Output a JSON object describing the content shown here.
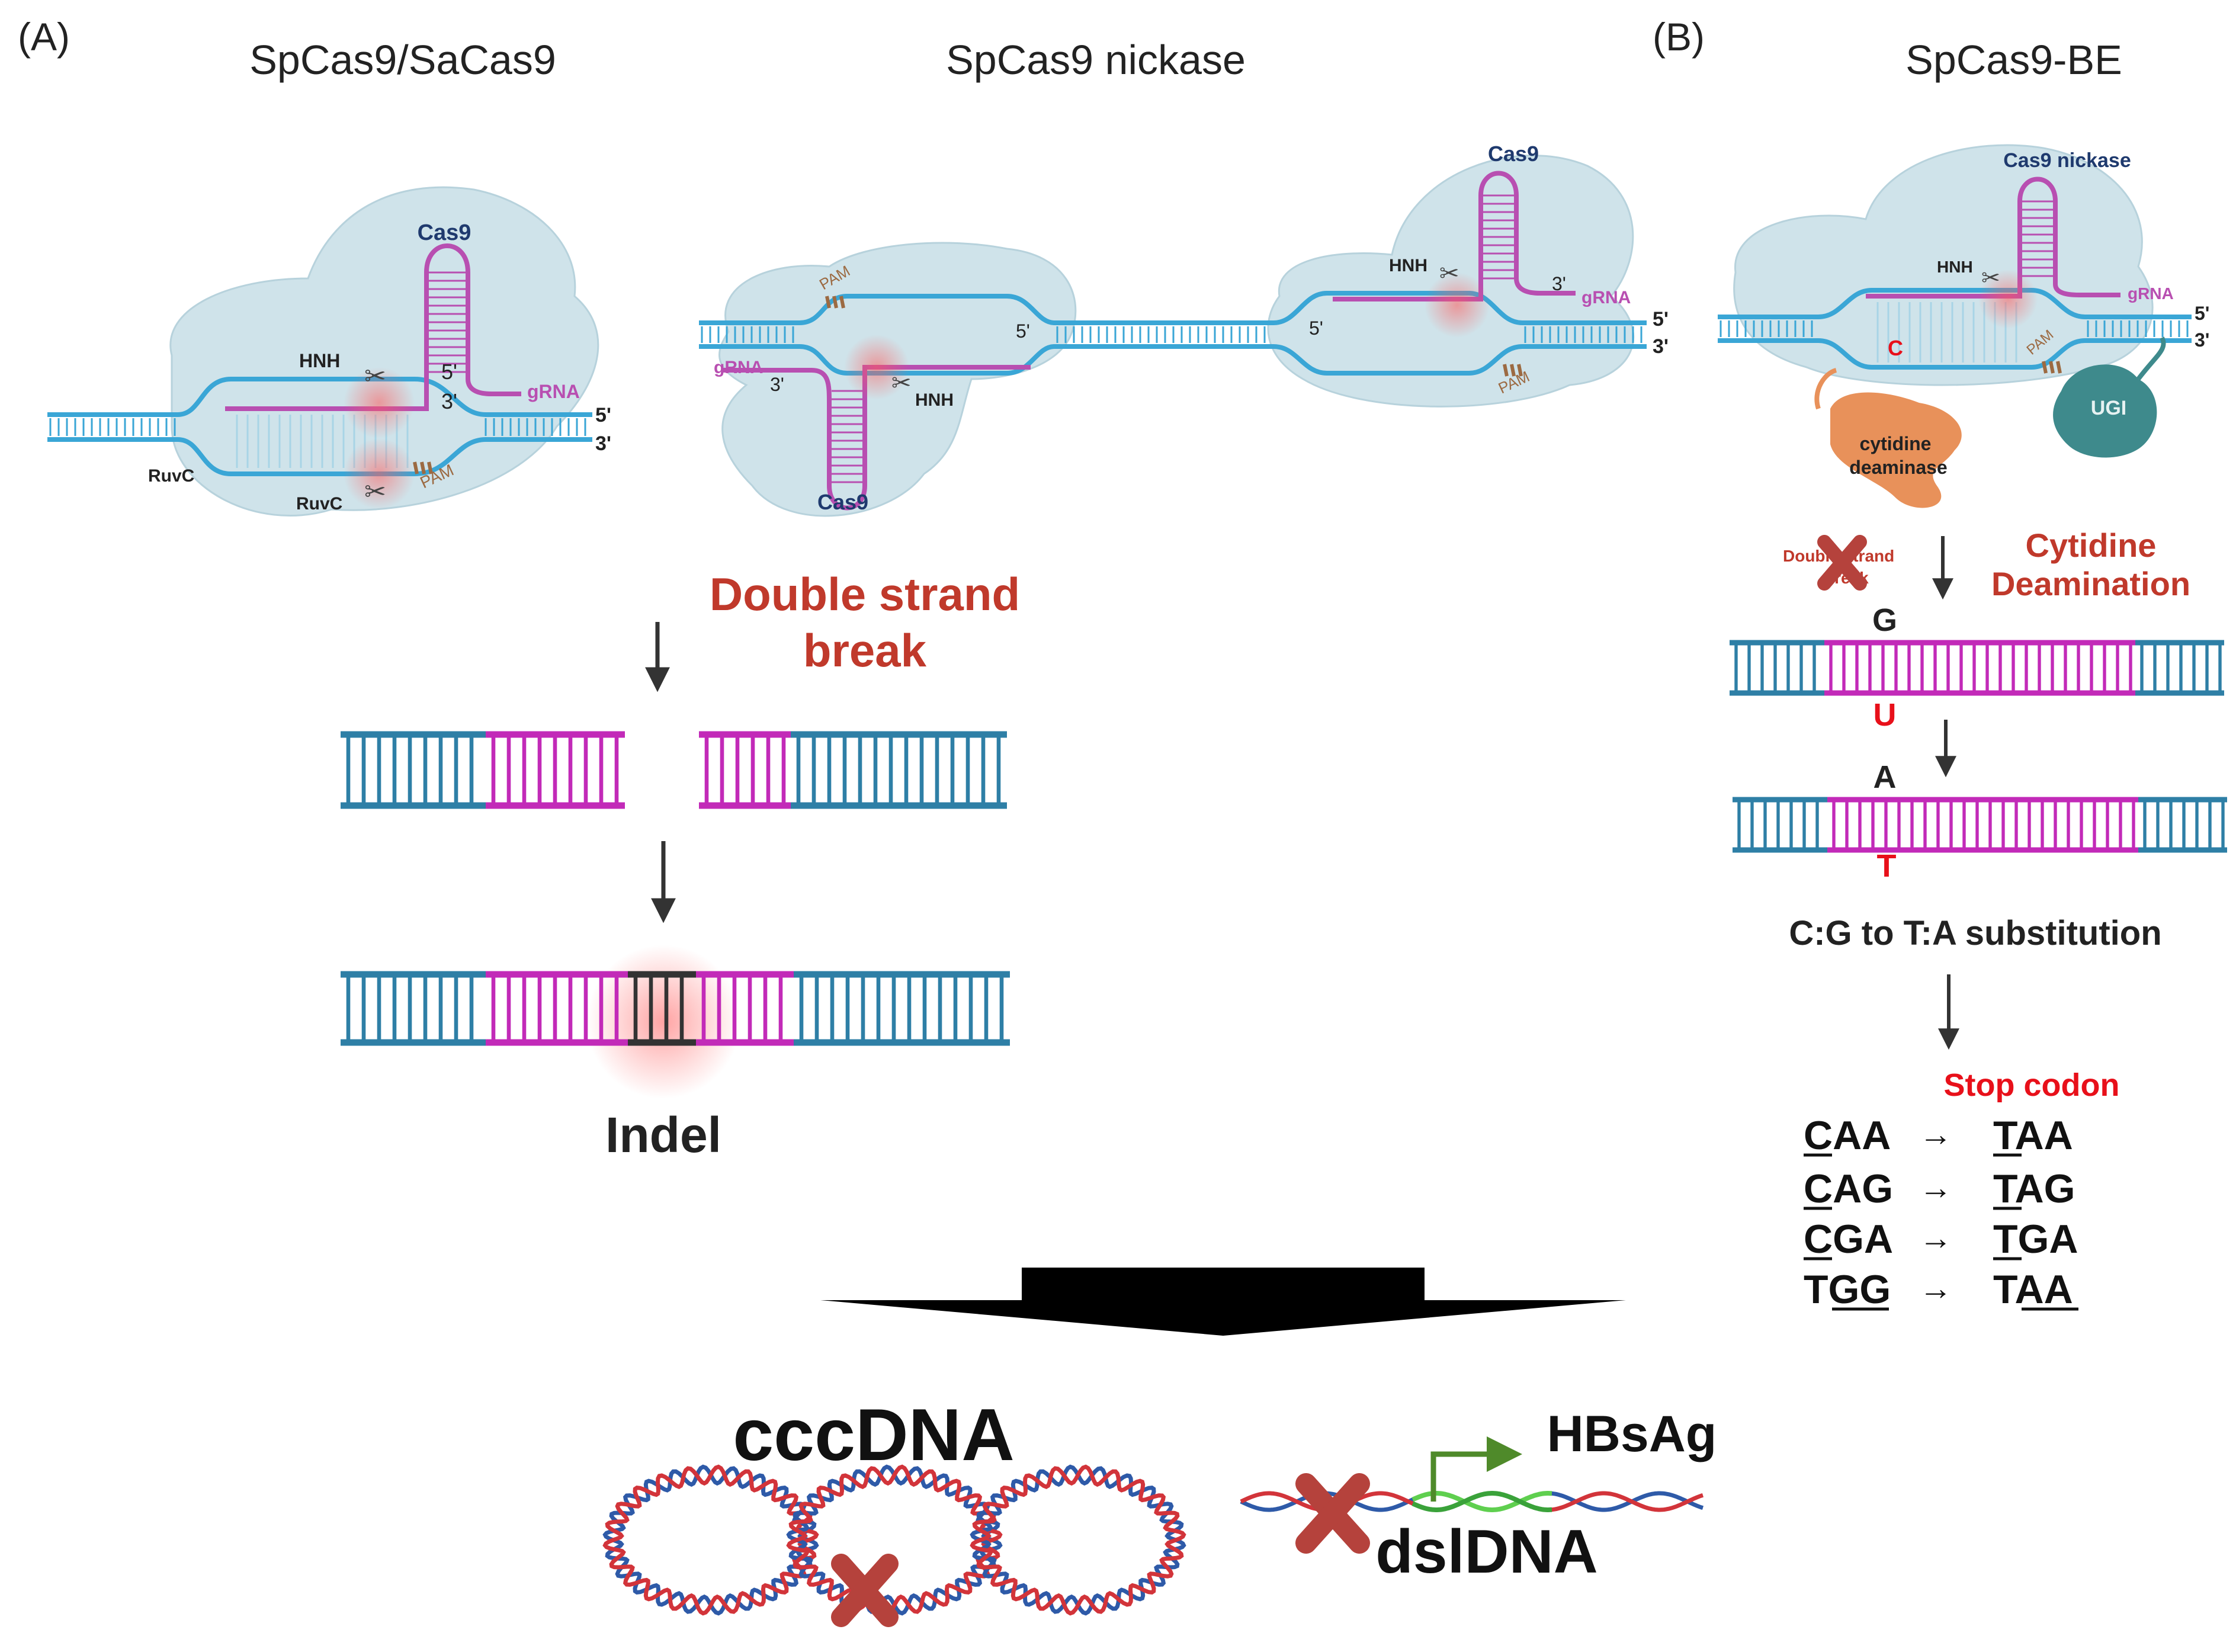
{
  "panel_a": {
    "label": "(A)",
    "title_left": "SpCas9/SaCas9",
    "title_mid": "SpCas9 nickase",
    "cas9": "Cas9",
    "hnh": "HNH",
    "ruvc": "RuvC",
    "grna": "gRNA",
    "pam": "PAM",
    "five_prime": "5'",
    "three_prime": "3'",
    "dsb_line1": "Double strand",
    "dsb_line2": "break",
    "indel": "Indel"
  },
  "panel_b": {
    "label": "(B)",
    "title": "SpCas9-BE",
    "cas9_nickase": "Cas9 nickase",
    "hnh": "HNH",
    "grna": "gRNA",
    "pam": "PAM",
    "c_base": "C",
    "ugi": "UGI",
    "deaminase_line1": "cytidine",
    "deaminase_line2": "deaminase",
    "no_dsb_line1": "Double strand",
    "no_dsb_line2": "break",
    "cytidine_line1": "Cytidine",
    "cytidine_line2": "Deamination",
    "g_base": "G",
    "u_base": "U",
    "a_base": "A",
    "t_base": "T",
    "substitution": "C:G to T:A substitution",
    "stop_codon": "Stop codon",
    "arrow": "→",
    "codons": [
      {
        "from_ul": "C",
        "from_rest": "AA",
        "to_pre": "T",
        "to_ul": "",
        "to_rest": "AA",
        "to_ul_first": true
      },
      {
        "from_ul": "C",
        "from_rest": "AG",
        "to_pre": "T",
        "to_ul": "",
        "to_rest": "AG",
        "to_ul_first": true
      },
      {
        "from_ul": "C",
        "from_rest": "GA",
        "to_pre": "T",
        "to_ul": "",
        "to_rest": "GA",
        "to_ul_first": true
      },
      {
        "from_ul": "GG",
        "from_rest": "T",
        "to_pre": "T",
        "to_ul": "AA",
        "to_rest": "",
        "to_ul_first": false
      }
    ],
    "codon_text": [
      "CAA",
      "TAA",
      "CAG",
      "TAG",
      "CGA",
      "TGA",
      "TGG",
      "TAA"
    ]
  },
  "bottom": {
    "cccdna": "cccDNA",
    "hbsag": "HBsAg",
    "dsldna": "dslDNA"
  },
  "colors": {
    "dna_blue": "#2e7fa6",
    "dna_cyan": "#3aa6d6",
    "magenta": "#c22ab8",
    "red_text": "#c0392b",
    "bright_red": "#e8101a",
    "cas9_fill": "#cfe3ea",
    "navy": "#1f3a6e",
    "pam_brown": "#9c6a42",
    "deaminase": "#e8915a",
    "ugi": "#3e8a8c",
    "green": "#4f8a2a",
    "x_red": "#b5423c"
  }
}
